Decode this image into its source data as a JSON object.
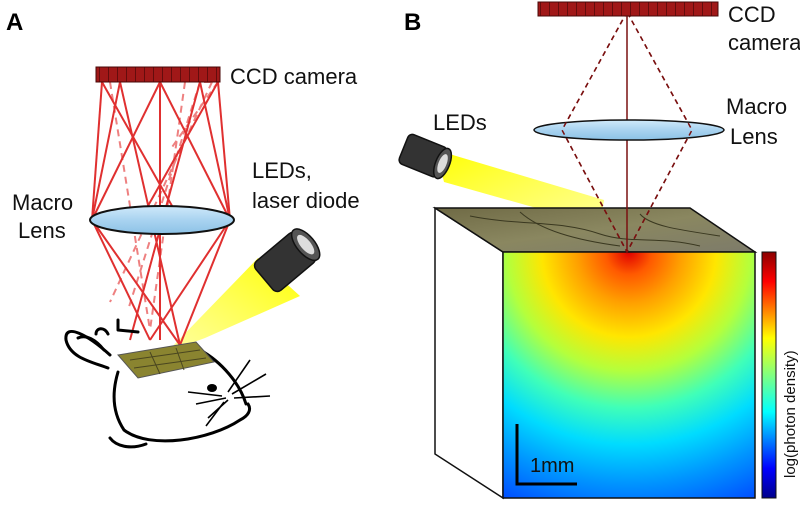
{
  "panels": {
    "a": {
      "letter": "A",
      "camera_label": "CCD camera",
      "lens_label_line1": "Macro",
      "lens_label_line2": "Lens",
      "source_label_line1": "LEDs,",
      "source_label_line2": "laser diode"
    },
    "b": {
      "letter": "B",
      "camera_label_line1": "CCD",
      "camera_label_line2": "camera",
      "lens_label_line1": "Macro",
      "lens_label_line2": "Lens",
      "source_label": "LEDs",
      "colorbar_label": "log(photon density)",
      "scale_label": "1mm"
    }
  },
  "colors": {
    "ray": "#e03030",
    "camera": "#a01818",
    "lens": "#a9d3f0",
    "light_beam": "#ffff00",
    "dark_ray": "#7a1010"
  }
}
